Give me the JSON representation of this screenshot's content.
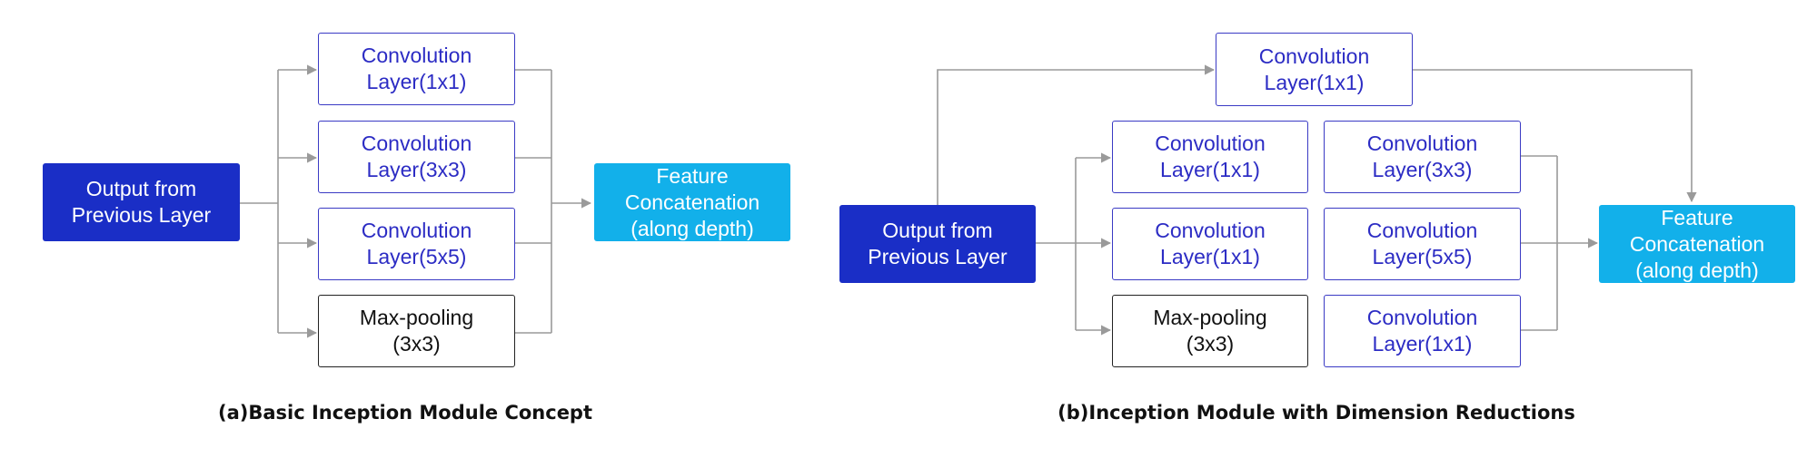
{
  "diagram_a": {
    "caption": "(a)Basic Inception Module Concept",
    "input": {
      "line1": "Output from",
      "line2": "Previous Layer"
    },
    "branches": [
      {
        "line1": "Convolution",
        "line2": "Layer(1x1)"
      },
      {
        "line1": "Convolution",
        "line2": "Layer(3x3)"
      },
      {
        "line1": "Convolution",
        "line2": "Layer(5x5)"
      },
      {
        "line1": "Max-pooling",
        "line2": "(3x3)"
      }
    ],
    "output": {
      "line1": "Feature",
      "line2": "Concatenation",
      "line3": "(along depth)"
    }
  },
  "diagram_b": {
    "caption": "(b)Inception Module with Dimension Reductions",
    "input": {
      "line1": "Output from",
      "line2": "Previous Layer"
    },
    "top_branch": {
      "line1": "Convolution",
      "line2": "Layer(1x1)"
    },
    "reduce_column": [
      {
        "line1": "Convolution",
        "line2": "Layer(1x1)"
      },
      {
        "line1": "Convolution",
        "line2": "Layer(1x1)"
      },
      {
        "line1": "Max-pooling",
        "line2": "(3x3)"
      }
    ],
    "conv_column": [
      {
        "line1": "Convolution",
        "line2": "Layer(3x3)"
      },
      {
        "line1": "Convolution",
        "line2": "Layer(5x5)"
      },
      {
        "line1": "Convolution",
        "line2": "Layer(1x1)"
      }
    ],
    "output": {
      "line1": "Feature",
      "line2": "Concatenation",
      "line3": "(along depth)"
    }
  },
  "colors": {
    "input_fill": "#1a2ec6",
    "concat_fill": "#12b0ea",
    "conv_border": "#3a3ac4",
    "pool_border": "#222222",
    "connector": "#9a9a9a"
  }
}
